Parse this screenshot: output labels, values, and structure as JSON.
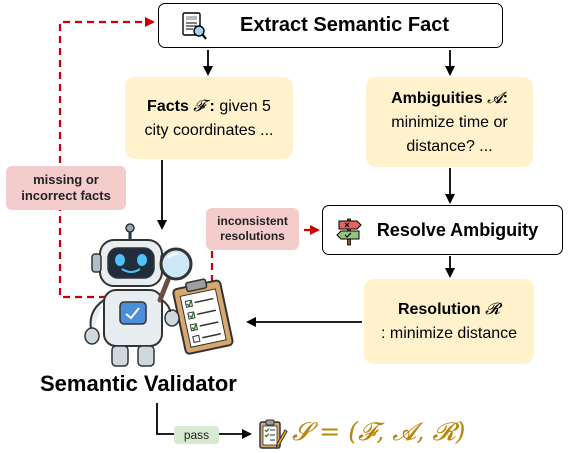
{
  "nodes": {
    "extract": {
      "label": "Extract Semantic Fact"
    },
    "resolve_ambiguity": {
      "label": "Resolve Ambiguity"
    },
    "validator": {
      "label": "Semantic Validator"
    }
  },
  "cards": {
    "facts": {
      "bold": "Facts",
      "symbol": "𝓕",
      "sep": " :",
      "rest": "given 5",
      "line2": "city coordinates ..."
    },
    "ambiguities": {
      "bold": "Ambiguities",
      "symbol": "𝓐",
      "sep": ":",
      "line2": "minimize time or",
      "line3": "distance? ..."
    },
    "resolution": {
      "bold": "Resolution",
      "symbol": "𝓡",
      "line2": ": minimize distance"
    }
  },
  "edge_labels": {
    "missing": {
      "line1": "missing or",
      "line2": "incorrect facts"
    },
    "inconsistent": {
      "line1": "inconsistent",
      "line2": "resolutions"
    },
    "pass": "pass"
  },
  "output": {
    "formula": "𝓢 = (𝓕, 𝓐, 𝓡)"
  },
  "icons": [
    "newspaper-magnifier-icon",
    "signpost-icon",
    "robot-validator-icon",
    "checklist-pencil-icon"
  ],
  "colors": {
    "feedback": "#cc0000",
    "card": "#fff2cc",
    "label": "#f4cccc",
    "pass": "#d9ead3",
    "formula": "#b8860b"
  }
}
